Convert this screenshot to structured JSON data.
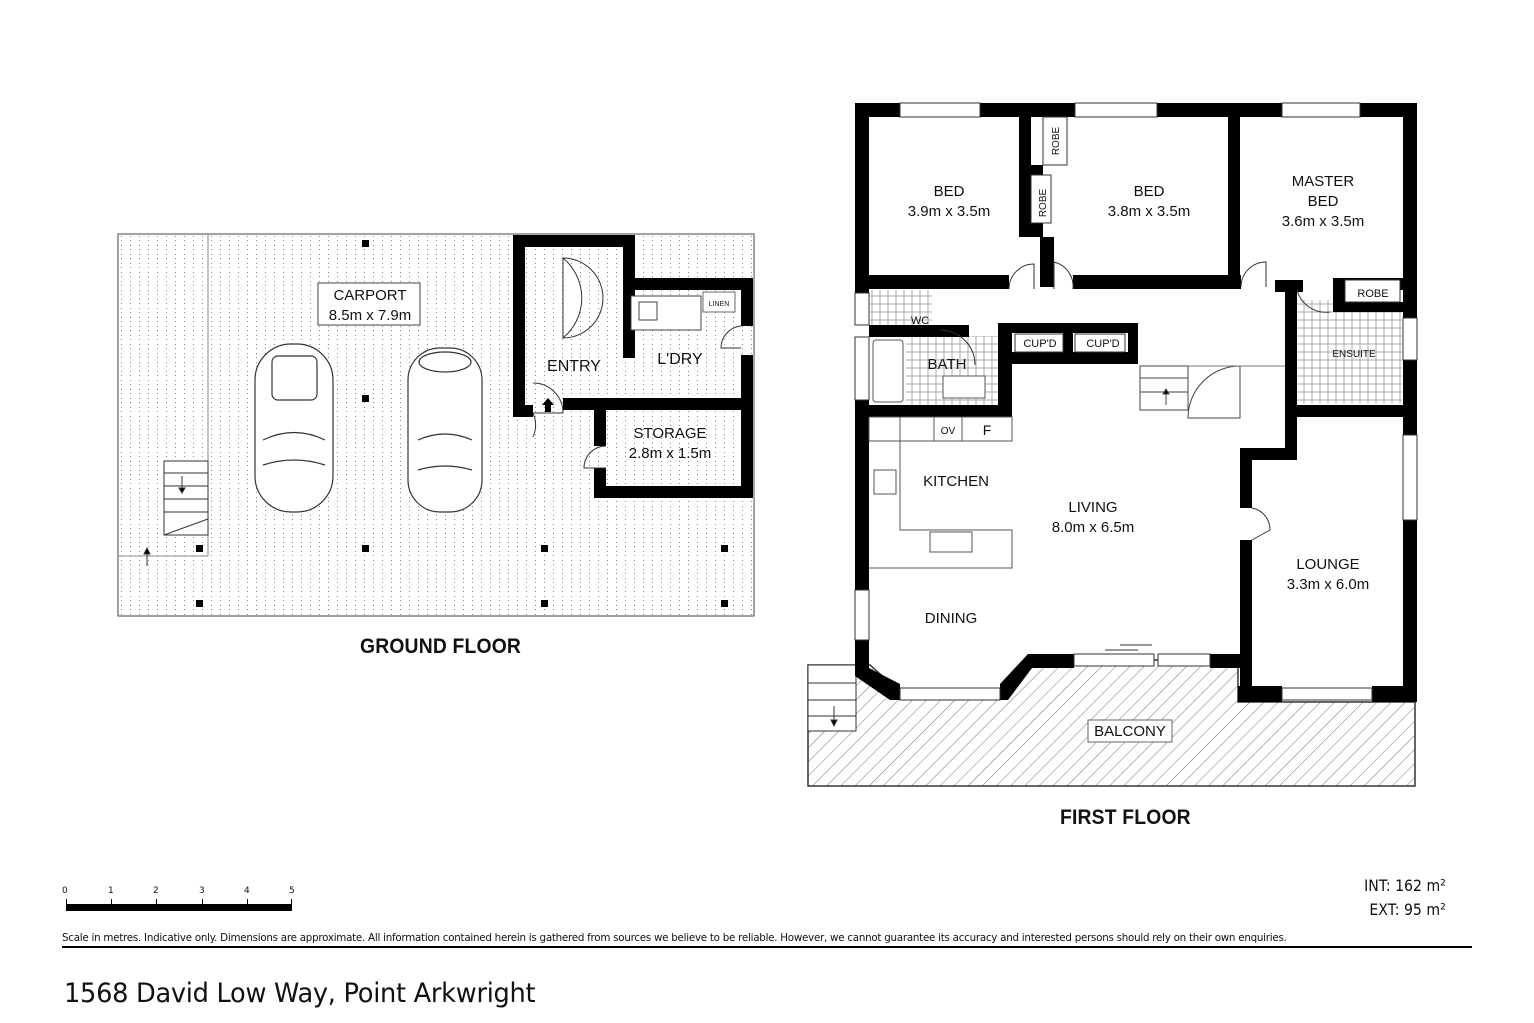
{
  "ground_floor": {
    "title": "GROUND FLOOR",
    "rooms": {
      "carport": {
        "name": "CARPORT",
        "dims": "8.5m x 7.9m"
      },
      "entry": {
        "name": "ENTRY"
      },
      "laundry": {
        "name": "L'DRY"
      },
      "linen": {
        "name": "LINEN"
      },
      "storage": {
        "name": "STORAGE",
        "dims": "2.8m x 1.5m"
      }
    }
  },
  "first_floor": {
    "title": "FIRST FLOOR",
    "rooms": {
      "bed1": {
        "name": "BED",
        "dims": "3.9m x 3.5m"
      },
      "bed2": {
        "name": "BED",
        "dims": "3.8m x 3.5m"
      },
      "master": {
        "name_line1": "MASTER",
        "name_line2": "BED",
        "dims": "3.6m x 3.5m"
      },
      "robe1": {
        "name": "ROBE"
      },
      "robe2": {
        "name": "ROBE"
      },
      "robe3": {
        "name": "ROBE"
      },
      "wc": {
        "name": "WC"
      },
      "bath": {
        "name": "BATH"
      },
      "cupd1": {
        "name": "CUP'D"
      },
      "cupd2": {
        "name": "CUP'D"
      },
      "ensuite": {
        "name": "ENSUITE"
      },
      "oven": {
        "name": "OV"
      },
      "fridge": {
        "name": "F"
      },
      "kitchen": {
        "name": "KITCHEN"
      },
      "living": {
        "name": "LIVING",
        "dims": "8.0m x 6.5m"
      },
      "dining": {
        "name": "DINING"
      },
      "lounge": {
        "name": "LOUNGE",
        "dims": "3.3m x 6.0m"
      },
      "balcony": {
        "name": "BALCONY"
      }
    }
  },
  "scale": {
    "ticks": [
      "0",
      "1",
      "2",
      "3",
      "4",
      "5"
    ],
    "unit": "metres"
  },
  "areas": {
    "internal": "INT: 162 m²",
    "external": "EXT: 95 m²"
  },
  "disclaimer": "Scale in metres. Indicative only. Dimensions are approximate. All information contained herein is gathered from sources we believe to be reliable. However, we cannot guarantee its accuracy and interested persons should rely on their own enquiries.",
  "address": "1568 David Low Way, Point Arkwright"
}
